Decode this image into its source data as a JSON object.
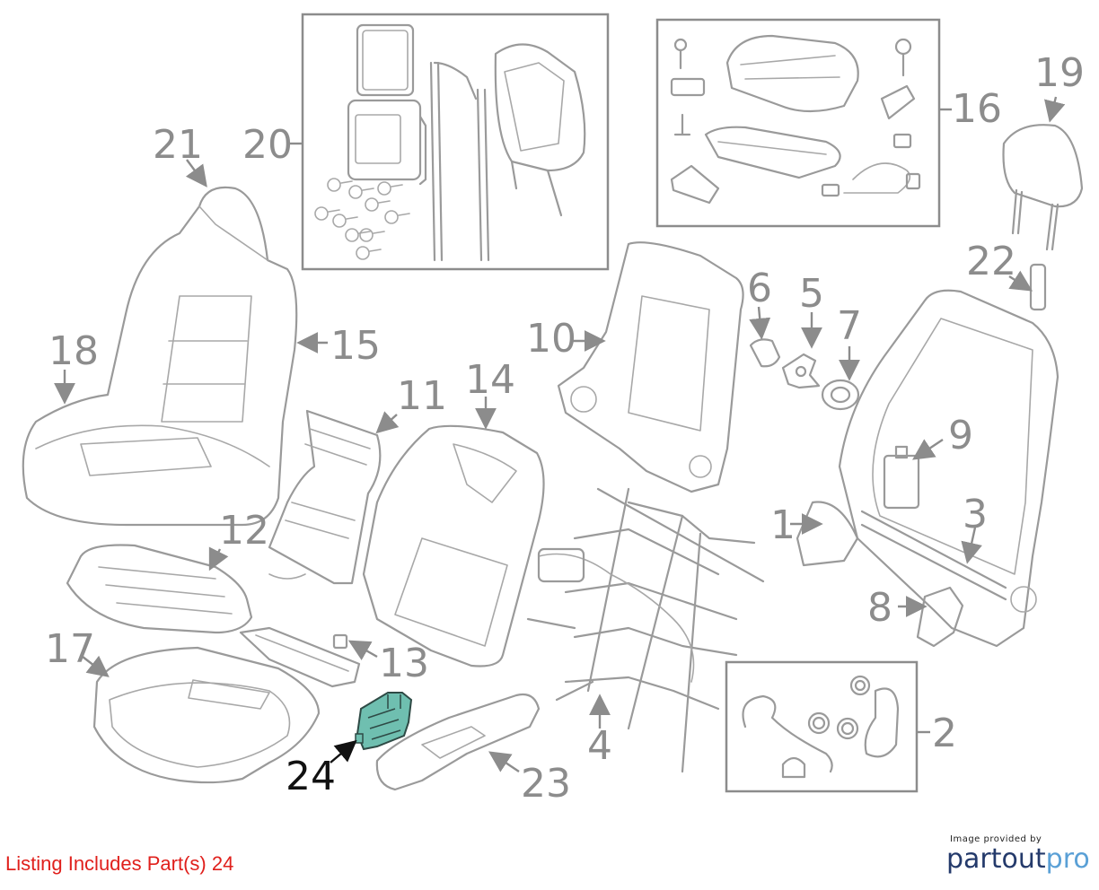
{
  "caption": "Listing Includes Part(s) 24",
  "credit": {
    "provided_by": "Image provided by",
    "brand_main": "partout",
    "brand_suffix": "pro"
  },
  "callouts": {
    "c1": "1",
    "c2": "2",
    "c3": "3",
    "c4": "4",
    "c5": "5",
    "c6": "6",
    "c7": "7",
    "c8": "8",
    "c9": "9",
    "c10": "10",
    "c11": "11",
    "c12": "12",
    "c13": "13",
    "c14": "14",
    "c15": "15",
    "c16": "16",
    "c17": "17",
    "c18": "18",
    "c19": "19",
    "c20": "20",
    "c21": "21",
    "c22": "22",
    "c23": "23",
    "c24": "24"
  },
  "highlighted_part": "24",
  "colors": {
    "highlight_fill": "#6fbfb0",
    "caption_red": "#e0201c",
    "brand_navy": "#243a6b",
    "brand_blue": "#5aa0d6"
  }
}
